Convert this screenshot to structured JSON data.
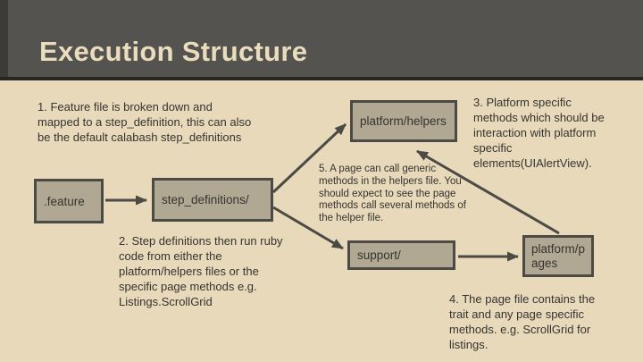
{
  "slide": {
    "title": "Execution Structure",
    "colors": {
      "bg": "#e7d9ba",
      "header": "#555350",
      "header_accent": "#3d3b38",
      "header_line": "#28261f",
      "box_fill": "#b1a894",
      "box_border": "#4b4a45",
      "arrow": "#4b4a45",
      "text": "#363430",
      "title": "#eaddbe"
    },
    "boxes": {
      "feature": ".feature",
      "step_definitions": "step_definitions/",
      "platform_helpers": "platform/helpers",
      "support": "support/",
      "platform_pages": "platform/pages"
    },
    "annotations": {
      "note1": "1. Feature file is broken down and mapped to a step_definition, this can also be the default calabash step_definitions",
      "note2": "2. Step definitions then run ruby code from either the platform/helpers files or the specific page methods e.g. Listings.ScrollGrid",
      "note3": "3. Platform specific methods which should be interaction with platform specific elements(UIAlertView).",
      "note4": "4. The page file contains the trait and any page specific methods. e.g. ScrollGrid for listings.",
      "note5": "5. A page can call generic methods in the helpers file. You should expect to see the page methods call several methods of the helper file."
    }
  }
}
